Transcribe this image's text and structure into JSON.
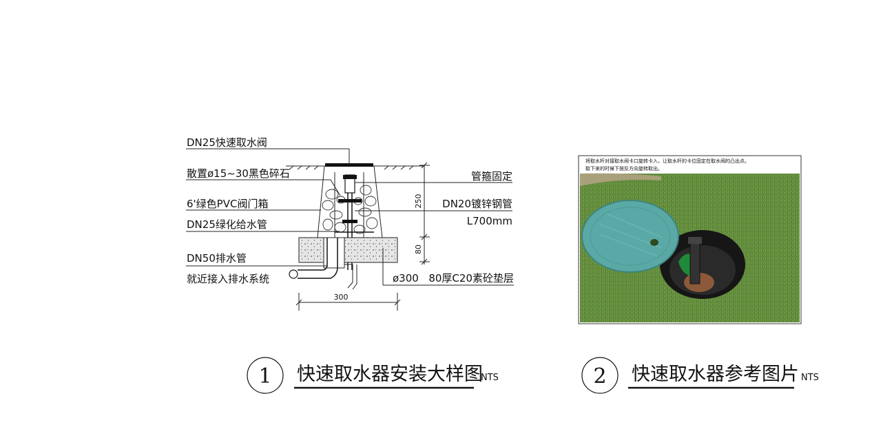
{
  "detail1": {
    "labels": {
      "valve": "DN25快速取水阀",
      "gravel": "散置ø15~30黑色碎石",
      "box": "6'绿色PVC阀门箱",
      "supply": "DN25绿化给水管",
      "drain": "DN50排水管",
      "connect": "就近接入排水系统",
      "clamp": "管箍固定",
      "pipe": "DN20镀锌钢管",
      "length": "L700mm",
      "dia": "ø300",
      "pad": "80厚C20素砼垫层"
    },
    "dims": {
      "h1": "250",
      "h2": "80",
      "w": "300"
    },
    "title": {
      "num": "1",
      "text": "快速取水器安装大样图",
      "nts": "NTS"
    }
  },
  "detail2": {
    "caption1": "将取水杆对接取水阀卡口旋转卡入，让取水杆的卡位固定在取水阀的凸出点。",
    "caption2": "取下来的时候下按反方向旋转取出。",
    "title": {
      "num": "2",
      "text": "快速取水器参考图片",
      "nts": "NTS"
    }
  },
  "colors": {
    "grass": "#5f8a3a",
    "lid": "#5aa9a6",
    "ink": "#111111"
  }
}
